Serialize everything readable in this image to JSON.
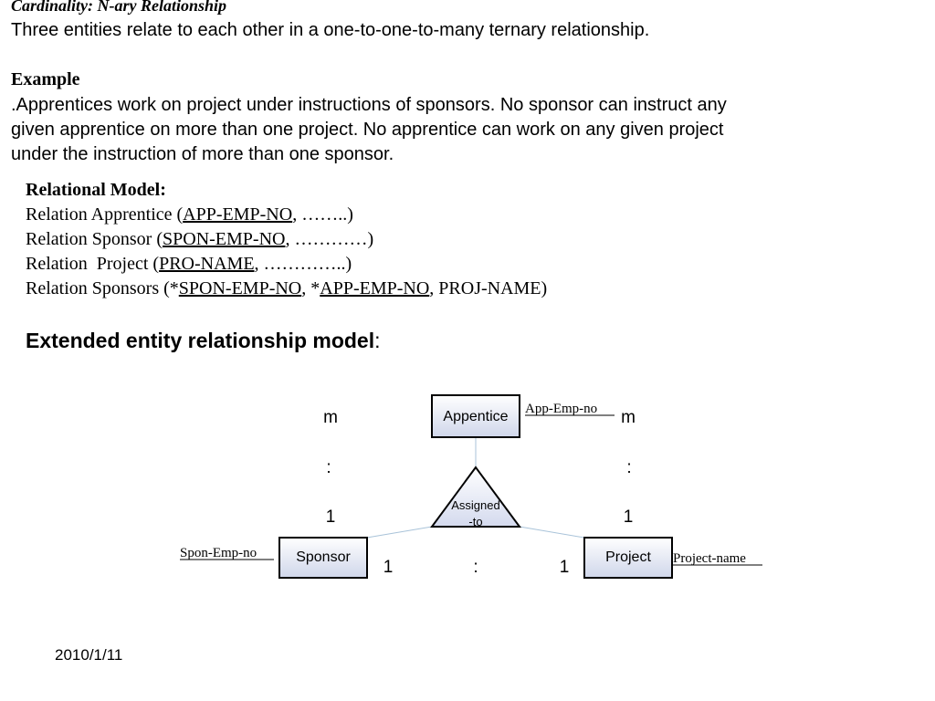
{
  "header": {
    "title": "Cardinality: N-ary Relationship",
    "subtitle": "Three entities relate to each other in a one-to-one-to-many ternary relationship."
  },
  "example": {
    "heading": "Example",
    "lines": [
      ".Apprentices work on project under instructions of sponsors. No sponsor can instruct any",
      "given apprentice on more than one project. No apprentice can work on any given project",
      "under the instruction of more than one sponsor."
    ]
  },
  "relational_model": {
    "heading": "Relational Model:",
    "relations": [
      {
        "prefix": "Relation Apprentice (",
        "key": "APP-EMP-NO",
        "suffix": ", ……..)"
      },
      {
        "prefix": "Relation Sponsor (",
        "key": "SPON-EMP-NO",
        "suffix": ", …………)"
      },
      {
        "prefix": "Relation  Project (",
        "key": "PRO-NAME",
        "suffix": ", …………..)"
      }
    ],
    "sponsors": {
      "prefix": "Relation Sponsors (*",
      "key1": "SPON-EMP-NO",
      "sep": ", *",
      "key2": "APP-EMP-NO",
      "suffix": ", PROJ-NAME)"
    }
  },
  "extended": {
    "label": "Extended entity relationship model",
    "colon": ":"
  },
  "diagram": {
    "entities": {
      "apprentice": "Appentice",
      "sponsor": "Sponsor",
      "project": "Project"
    },
    "relationship": {
      "line1": "Assigned",
      "line2": "-to"
    },
    "attributes": {
      "apprentice": "App-Emp-no",
      "sponsor": "Spon-Emp-no",
      "project": "Project-name"
    },
    "cardinality": {
      "left": [
        "m",
        ":",
        "1"
      ],
      "right": [
        "m",
        ":",
        "1"
      ],
      "bottom": [
        "1",
        ":",
        "1"
      ]
    }
  },
  "footer": {
    "date": "2010/1/11"
  }
}
